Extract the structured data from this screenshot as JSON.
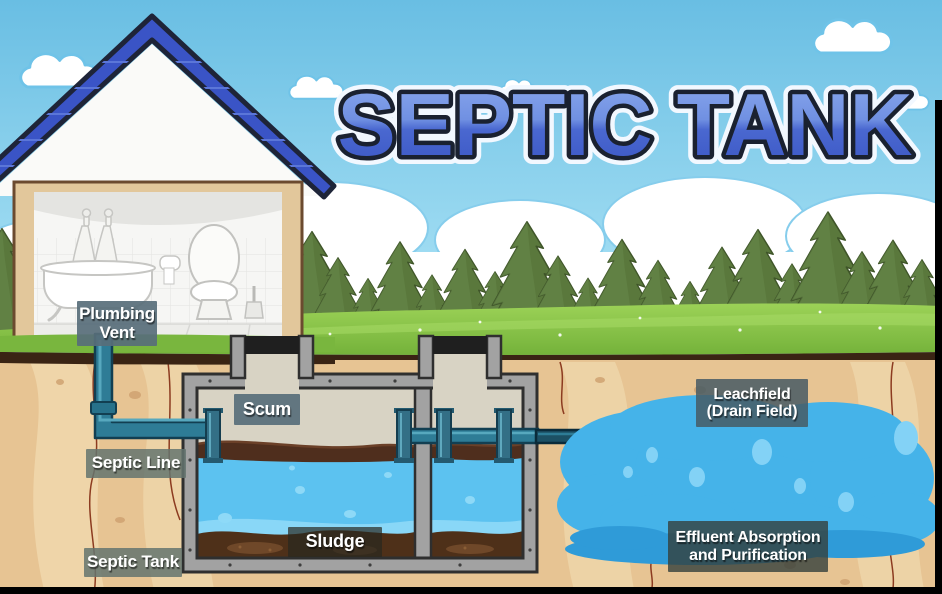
{
  "title": "SEPTIC TANK",
  "labels": {
    "plumbing_vent": [
      "Plumbing",
      "Vent"
    ],
    "scum": "Scum",
    "septic_line": "Septic Line",
    "septic_tank": "Septic Tank",
    "sludge": "Sludge",
    "leachfield": [
      "Leachfield",
      "(Drain Field)"
    ],
    "effluent": [
      "Effluent Absorption",
      "and Purification"
    ]
  },
  "colors": {
    "sky": "#69BEE3",
    "title_blue": "#4A68D0",
    "title_outline": "#1A2130",
    "roof_blue": "#3A54C6",
    "grass_green": "#83BF44",
    "soil_tan": "#E7C493",
    "tank_gray": "#A2A2A2",
    "pipe_teal": "#2E7C96",
    "scum_brown": "#4F2E1D",
    "water_blue": "#5CC2F0",
    "sludge_brown": "#4E3019",
    "leachfield_blue": "#45B3E9",
    "label_bg_slate": "#58707A",
    "label_bg_dark": "#2F3530"
  }
}
